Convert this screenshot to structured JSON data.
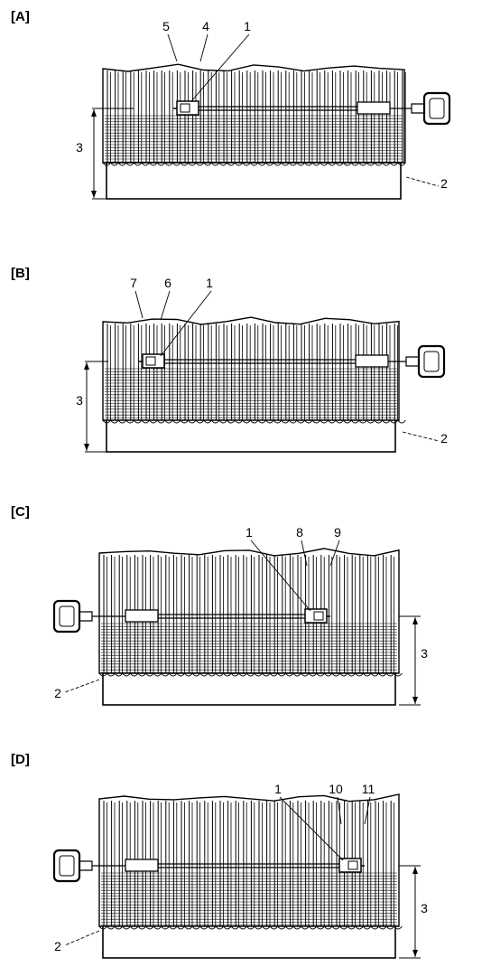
{
  "panels": [
    {
      "label": "[A]",
      "callouts": {
        "probe": "1",
        "heater": "2",
        "height": "3",
        "fin_a": "5",
        "fin_b": "4"
      }
    },
    {
      "label": "[B]",
      "callouts": {
        "probe": "1",
        "heater": "2",
        "height": "3",
        "fin_a": "7",
        "fin_b": "6"
      }
    },
    {
      "label": "[C]",
      "callouts": {
        "probe": "1",
        "heater": "2",
        "height": "3",
        "fin_a": "8",
        "fin_b": "9"
      }
    },
    {
      "label": "[D]",
      "callouts": {
        "probe": "1",
        "heater": "2",
        "height": "3",
        "fin_a": "10",
        "fin_b": "11"
      }
    }
  ]
}
